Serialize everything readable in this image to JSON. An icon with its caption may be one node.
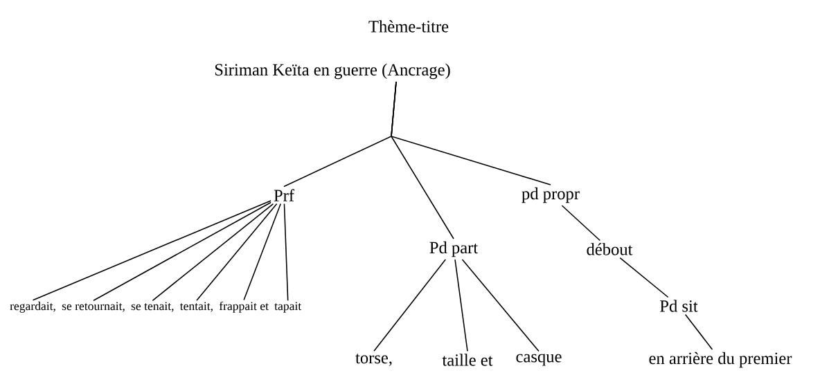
{
  "diagram": {
    "title": "Thème-titre",
    "nodes": [
      {
        "text": [
          "Siriman Keïta en guerre (Ancrage)"
        ]
      },
      {
        "text": [
          "Prf"
        ]
      },
      {
        "text": [
          "pd propr"
        ]
      },
      {
        "text": [
          "Pd part"
        ]
      },
      {
        "text": [
          "débout"
        ]
      },
      {
        "text": [
          "regardait,"
        ]
      },
      {
        "text": [
          "se retournait,"
        ]
      },
      {
        "text": [
          "se tenait,"
        ]
      },
      {
        "text": [
          "tentait,"
        ]
      },
      {
        "text": [
          "frappait et"
        ]
      },
      {
        "text": [
          "tapait"
        ]
      },
      {
        "text": [
          "Pd sit"
        ]
      },
      {
        "text": [
          "torse,"
        ]
      },
      {
        "text": [
          "taille et"
        ]
      },
      {
        "text": [
          "casque"
        ]
      },
      {
        "text": [
          "en arrière du premier"
        ]
      }
    ],
    "edges": [
      {
        "from": 0,
        "to": 1,
        "arrow": "none"
      },
      {
        "from": 0,
        "to": 3,
        "arrow": "none"
      },
      {
        "from": 0,
        "to": 2,
        "arrow": "none"
      },
      {
        "from": 1,
        "to": 5,
        "arrow": "none"
      },
      {
        "from": 1,
        "to": 6,
        "arrow": "none"
      },
      {
        "from": 1,
        "to": 7,
        "arrow": "none"
      },
      {
        "from": 1,
        "to": 8,
        "arrow": "none"
      },
      {
        "from": 1,
        "to": 9,
        "arrow": "none"
      },
      {
        "from": 1,
        "to": 10,
        "arrow": "none"
      },
      {
        "from": 3,
        "to": 12,
        "arrow": "none"
      },
      {
        "from": 3,
        "to": 13,
        "arrow": "none"
      },
      {
        "from": 3,
        "to": 14,
        "arrow": "none"
      },
      {
        "from": 2,
        "to": 4,
        "arrow": "none"
      },
      {
        "from": 4,
        "to": 11,
        "arrow": "none"
      },
      {
        "from": 11,
        "to": 15,
        "arrow": "none"
      }
    ]
  }
}
